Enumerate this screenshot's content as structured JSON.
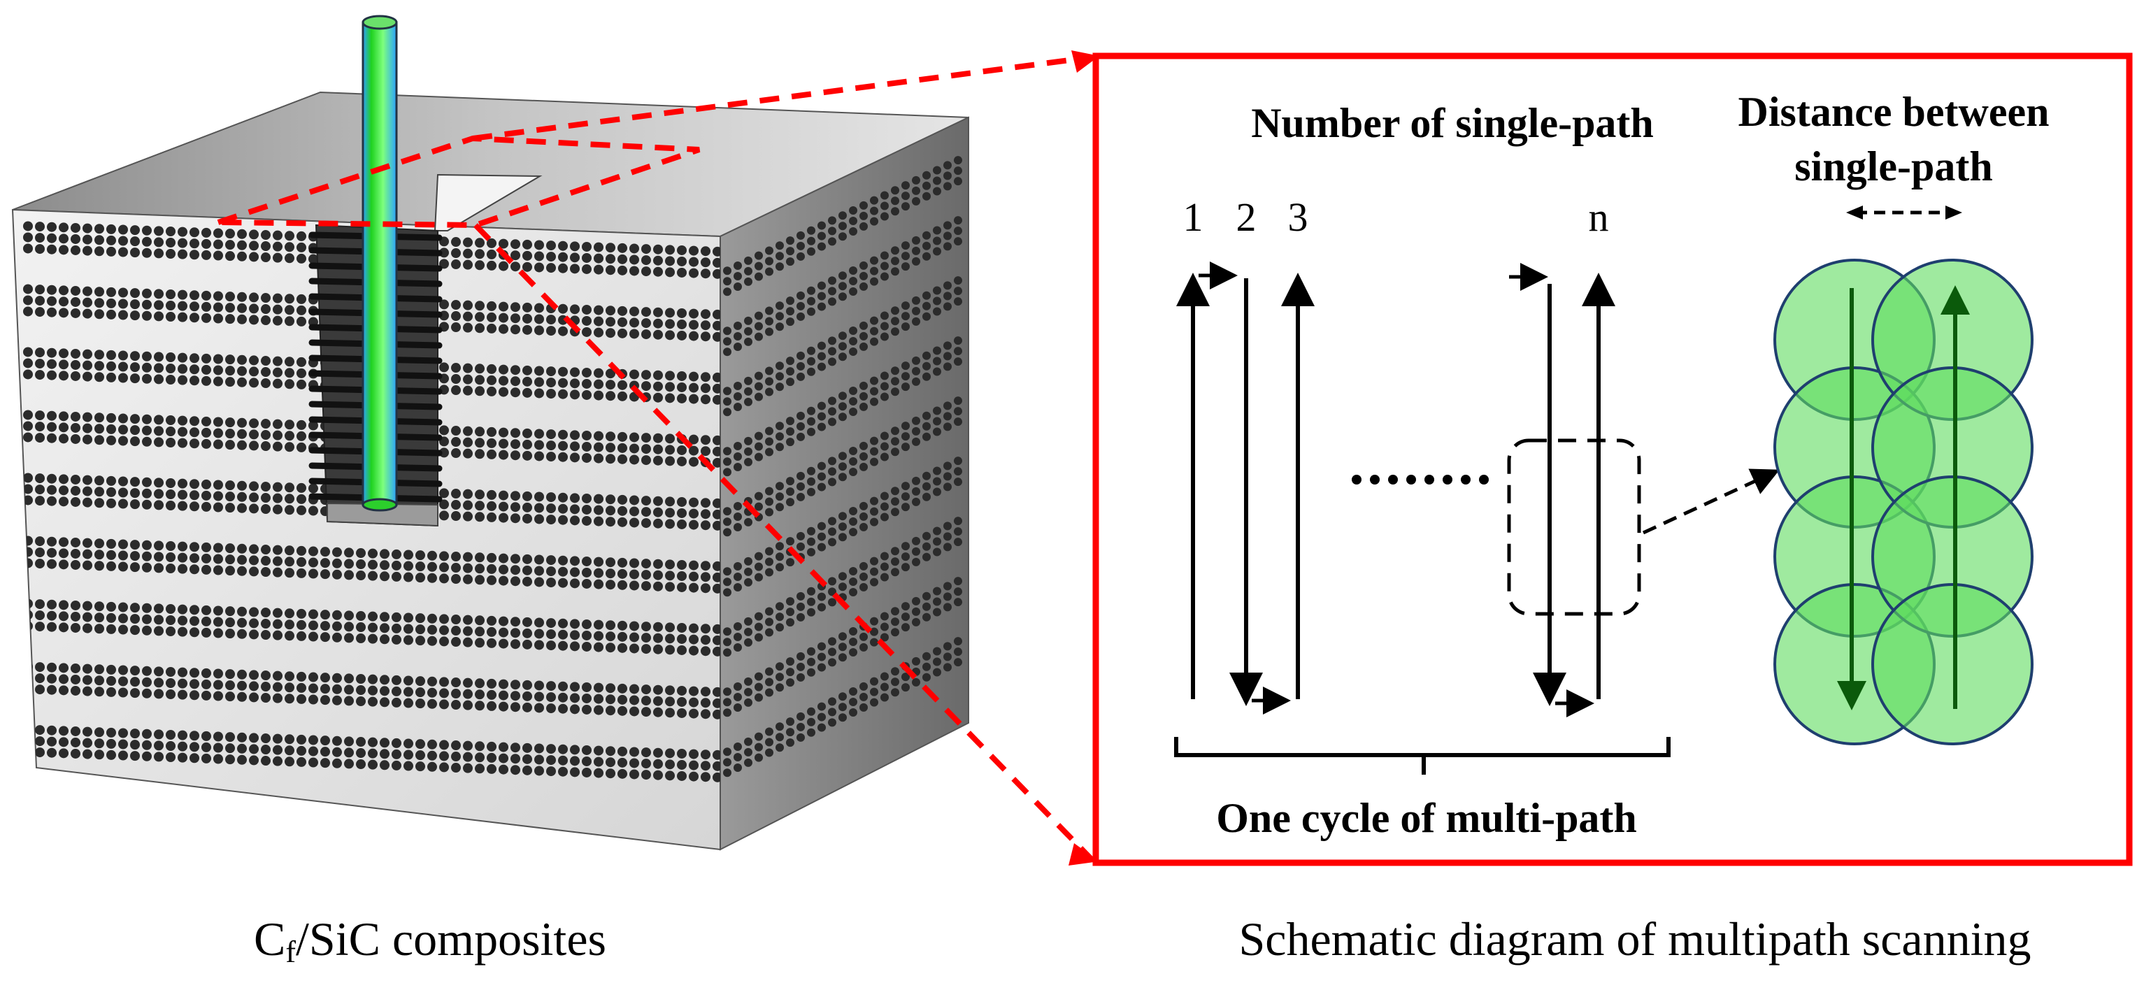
{
  "left_caption": {
    "prefix": "C",
    "subscript": "f",
    "suffix": "/SiC composites"
  },
  "right_caption": "Schematic diagram of multipath scanning",
  "panel": {
    "number_title": "Number of single-path",
    "distance_title_line1": "Distance between",
    "distance_title_line2": "single-path",
    "cycle_label": "One cycle of multi-path",
    "path_labels": [
      "1",
      "2",
      "3",
      "n"
    ],
    "ellipsis": "......"
  },
  "colors": {
    "highlight_red": "#ff0000",
    "tool_green": "#33dd33",
    "spot_green": "#66dd66",
    "spot_edge": "#1f3f6f",
    "cube_front": "#ebebeb",
    "cube_top": "#9a9a9a",
    "cube_side": "#7a7a7a",
    "fiber": "#2b2b2b"
  }
}
